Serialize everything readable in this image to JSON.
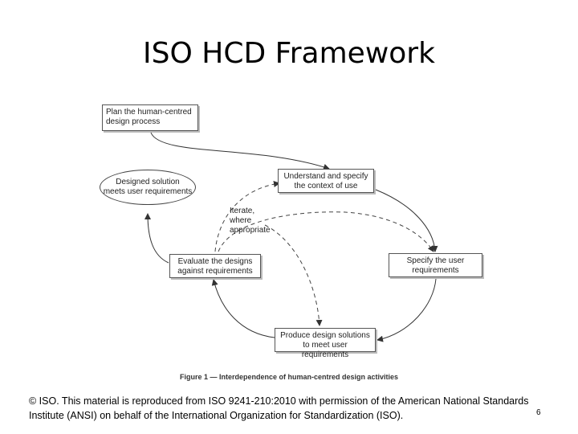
{
  "slide": {
    "title": "ISO HCD Framework",
    "page_number": "6",
    "copyright": "© ISO.  This material is reproduced from ISO 9241-210:2010 with permission of the American National Standards Institute (ANSI) on behalf of the International Organization for Standardization (ISO)."
  },
  "diagram": {
    "plan_box": "Plan the human-centred\ndesign process",
    "understand_box": "Understand and specify\nthe context of use",
    "specify_box": "Specify the user\nrequirements",
    "produce_box": "Produce design solutions\nto meet user requirements",
    "evaluate_box": "Evaluate the designs\nagainst requirements",
    "solution_ellipse": "Designed solution\nmeets user requirements",
    "iterate_label": "Iterate,\nwhere\nappropriate",
    "caption": "Figure 1 — Interdependence of human-centred design activities"
  }
}
